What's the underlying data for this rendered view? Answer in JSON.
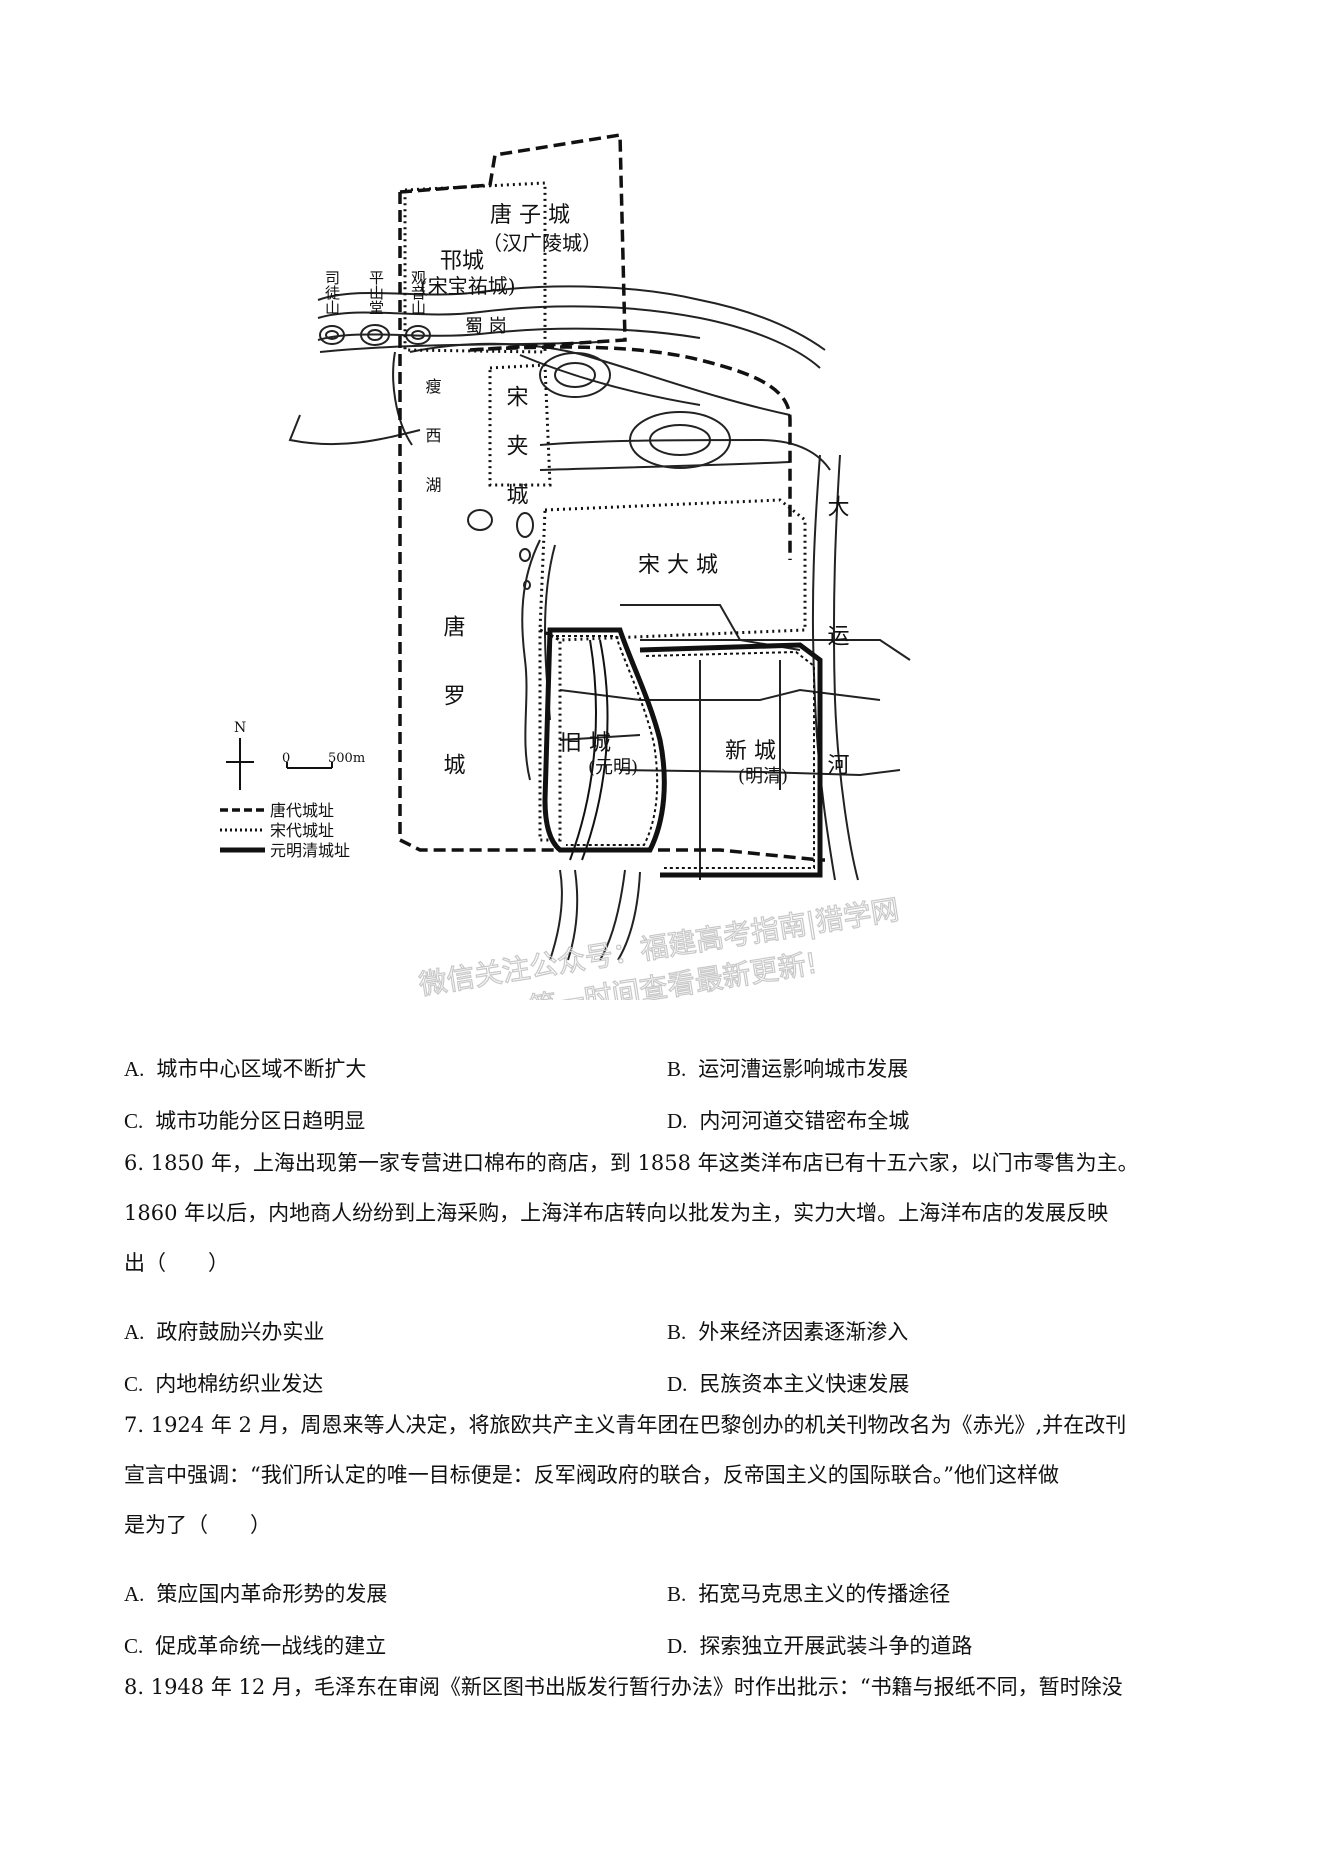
{
  "map": {
    "labels": {
      "tangzi": "唐 子 城",
      "hanguangling": "（汉广陵城）",
      "hancheng": "邗城",
      "songbaoyou": "(宋宝祐城)",
      "situshan": "司徒山",
      "pingshantang": "平山堂",
      "guanyinshan": "观音山",
      "shugang": "蜀 岗",
      "shouxihu": "瘦 西 湖",
      "songjiacheng": "宋 夹 城",
      "songdacheng": "宋 大 城",
      "tangluocheng": "唐 罗 城",
      "jiucheng": "旧 城",
      "yuanming": "(元明)",
      "xincheng": "新 城",
      "mingqing": "(明清)",
      "dayunhe": "大 运 河"
    },
    "north": "N",
    "scale_zero": "0",
    "scale_value": "500m",
    "legend": {
      "tang": "唐代城址",
      "song": "宋代城址",
      "yuanmingqing": "元明清城址"
    },
    "watermark": {
      "line1": "微信关注公众号：福建高考指南|猎学网",
      "line2": "第一时间查看最新更新!"
    }
  },
  "q5_options": {
    "A": {
      "letter": "A.",
      "text": "城市中心区域不断扩大"
    },
    "B": {
      "letter": "B.",
      "text": "运河漕运影响城市发展"
    },
    "C": {
      "letter": "C.",
      "text": "城市功能分区日趋明显"
    },
    "D": {
      "letter": "D.",
      "text": "内河河道交错密布全城"
    }
  },
  "q6": {
    "line1": "6. 1850 年，上海出现第一家专营进口棉布的商店，到 1858 年这类洋布店已有十五六家，以门市零售为主。",
    "line2": "1860 年以后，内地商人纷纷到上海采购，上海洋布店转向以批发为主，实力大增。上海洋布店的发展反映",
    "line3": "出（　　）",
    "A": {
      "letter": "A.",
      "text": "政府鼓励兴办实业"
    },
    "B": {
      "letter": "B.",
      "text": "外来经济因素逐渐渗入"
    },
    "C": {
      "letter": "C.",
      "text": "内地棉纺织业发达"
    },
    "D": {
      "letter": "D.",
      "text": "民族资本主义快速发展"
    }
  },
  "q7": {
    "line1": "7. 1924 年 2 月，周恩来等人决定，将旅欧共产主义青年团在巴黎创办的机关刊物改名为《赤光》,并在改刊",
    "line2": "宣言中强调：“我们所认定的唯一目标便是：反军阀政府的联合，反帝国主义的国际联合。”他们这样做",
    "line3": "是为了（　　）",
    "A": {
      "letter": "A.",
      "text": "策应国内革命形势的发展"
    },
    "B": {
      "letter": "B.",
      "text": "拓宽马克思主义的传播途径"
    },
    "C": {
      "letter": "C.",
      "text": "促成革命统一战线的建立"
    },
    "D": {
      "letter": "D.",
      "text": "探索独立开展武装斗争的道路"
    }
  },
  "q8": {
    "line1": "8. 1948 年 12 月，毛泽东在审阅《新区图书出版发行暂行办法》时作出批示：“书籍与报纸不同，暂时除没"
  }
}
